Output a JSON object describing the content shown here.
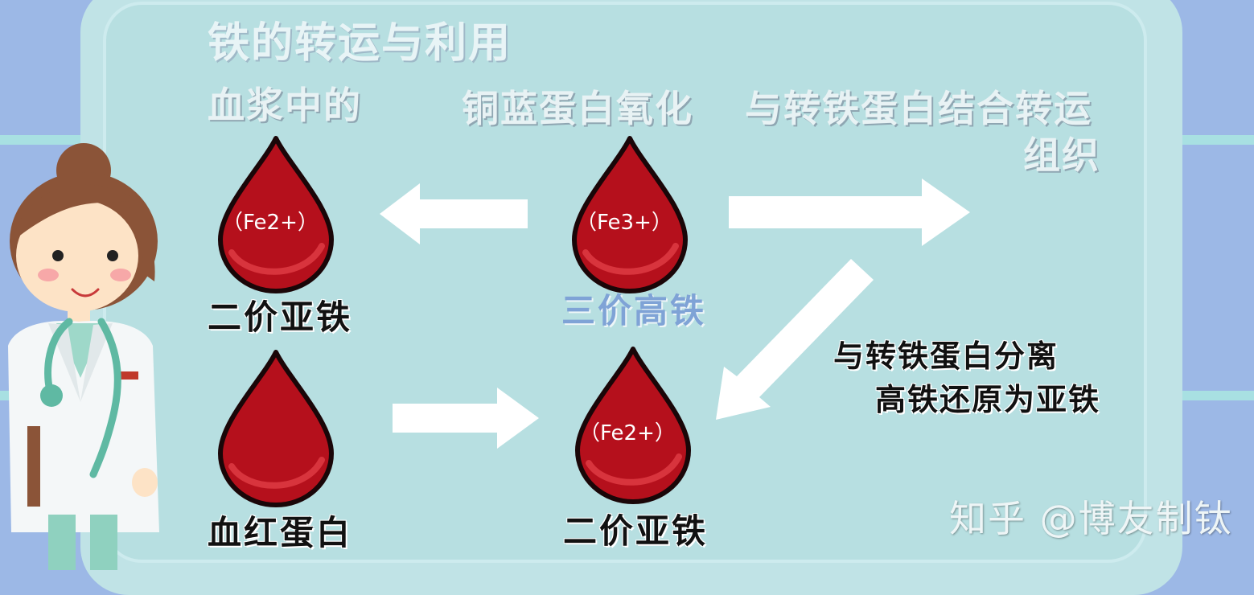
{
  "title": "铁的转运与利用",
  "labels": {
    "plasma_top": "血浆中的",
    "oxidation": "铜蓝蛋白氧化",
    "bind_line1": "与转铁蛋白结合转运",
    "bind_line2": "组织",
    "separate_line1": "与转铁蛋白分离",
    "separate_line2": "高铁还原为亚铁"
  },
  "drops": {
    "top_left": {
      "ion": "（Fe2+）",
      "caption": "二价亚铁"
    },
    "top_center": {
      "ion": "（Fe3+）",
      "caption": "三价高铁"
    },
    "bottom_left": {
      "ion": "",
      "caption": "血红蛋白"
    },
    "bottom_center": {
      "ion": "（Fe2+）",
      "caption": "二价亚铁"
    }
  },
  "watermark": "知乎 @博友制钛",
  "colors": {
    "background": "#9cb8e6",
    "board": "#b7dfe1",
    "drop": "#b5101c",
    "drop_outline": "#1a0608",
    "arrow": "#ffffff",
    "accent_blue": "#7fa3d6"
  },
  "icons": [
    "doctor-character-icon",
    "stethoscope-icon",
    "blood-drop-icon",
    "arrow-icon"
  ]
}
